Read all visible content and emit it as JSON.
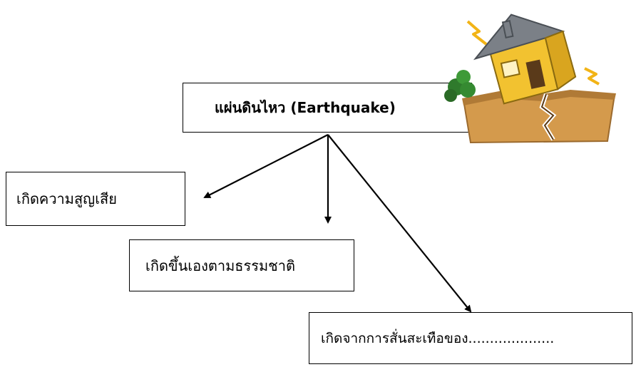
{
  "diagram": {
    "main_label": "แผ่นดินไหว (Earthquake)",
    "branches": [
      {
        "label": "เกิดความสูญเสีย"
      },
      {
        "label": "เกิดขึ้นเองตามธรรมชาติ"
      },
      {
        "label": "เกิดจากการสั่นสะเทือของ...................."
      }
    ]
  },
  "illustration": {
    "icon": "earthquake-house-icon"
  }
}
